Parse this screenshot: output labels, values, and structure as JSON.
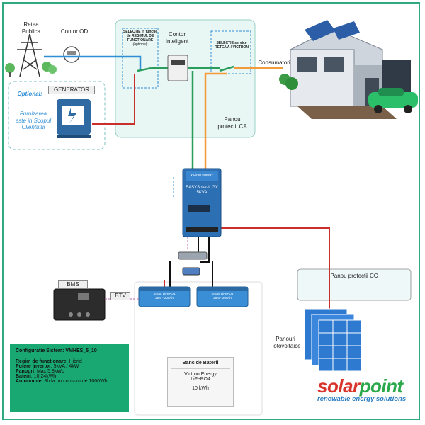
{
  "labels": {
    "retea_publica": "Retea\nPublica",
    "contor_od": "Contor OD",
    "optional": "Optional:",
    "generator": "GENERATOR",
    "furnizarea": "Furnizarea\neste in Scopul\nClientului",
    "selectie_regim": "SELECTIE in functie\nde REGIMUL DE\nFUNCTIONARE",
    "selectie_regim_note": "(optional)",
    "contor_inteligent": "Contor\nInteligent",
    "selectie_service": "SELECTIE service\nRETEA A / VICTRON",
    "consumatori": "Consumatori",
    "panou_ca": "Panou\nprotectii CA",
    "inverter_brand": "victron energy",
    "inverter_model": "EASYSolar-II GX\n5KVA",
    "bms": "BMS",
    "btv": "BTV",
    "battery_brand": "Smart LiFePO4",
    "battery_spec": "25,6 - 200Ah",
    "panou_cc": "Panou protectii CC",
    "panouri_foto": "Panouri\nFotovoltaice"
  },
  "config": {
    "title": "Configuratie Sistem: VMHES_5_10",
    "rows": [
      {
        "k": "Regim de functionare",
        "v": ": Hibrid"
      },
      {
        "k": "Putere Invertor",
        "v": ": 5kVA / 4kW"
      },
      {
        "k": "Panouri",
        "v": ": Max 5,8kWp"
      },
      {
        "k": "Baterii",
        "v": ": 10,24kWh"
      },
      {
        "k": "Autonomie",
        "v": ": 8h la un consum de 1000Wh"
      }
    ]
  },
  "battery_bank": {
    "title": "Banc de Baterii",
    "line1": "Victron Energy",
    "line2": "LiFePO4",
    "capacity": "10 kWh"
  },
  "logo": {
    "solar": "solar",
    "point": "point",
    "tagline": "renewable energy solutions"
  },
  "colors": {
    "ac_grid": "#2f8fd6",
    "ac_out": "#f39a3c",
    "dc_pv": "#c9302c",
    "comm_green": "#2a9d5c",
    "frame": "#2eaa7e",
    "config_bg": "#1aa872",
    "panel_bg": "#e8f7f4",
    "logo_red": "#d9342b",
    "logo_green": "#2aa84a"
  }
}
